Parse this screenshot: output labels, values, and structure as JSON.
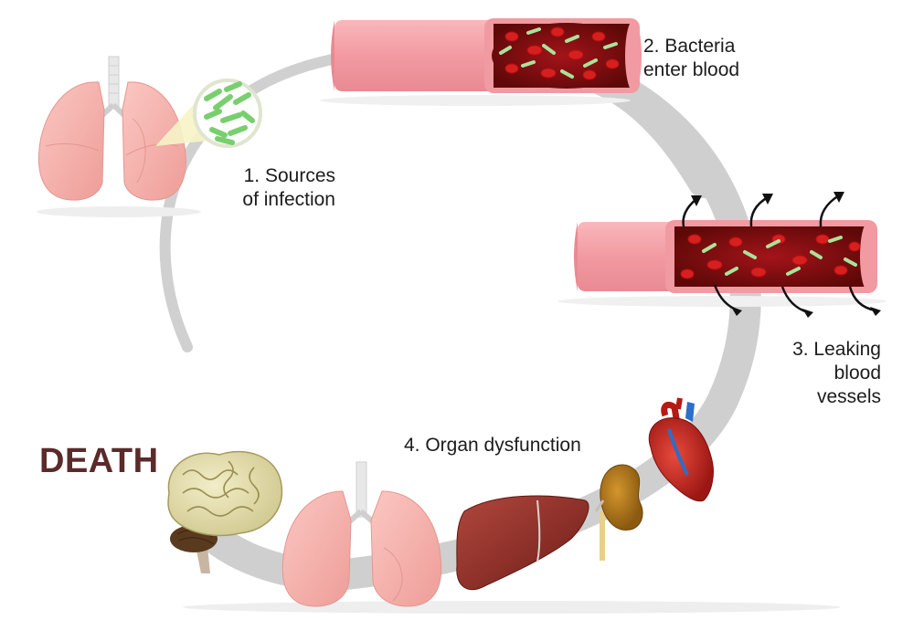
{
  "steps": [
    {
      "number": "1.",
      "lines": [
        "1. Sources",
        "of infection"
      ]
    },
    {
      "number": "2.",
      "lines": [
        "2. Bacteria",
        "enter blood"
      ]
    },
    {
      "number": "3.",
      "lines": [
        "3. Leaking",
        "blood",
        "vessels"
      ]
    },
    {
      "number": "4.",
      "lines": [
        "4. Organ dysfunction"
      ]
    }
  ],
  "outcome": "DEATH",
  "colors": {
    "cycle_track": "#cfcfcf",
    "vessel_wall": "#f4a3a8",
    "vessel_lumen": "#8a0d0d",
    "blood_cell": "#d81f1f",
    "bacteria": "#9ee08f",
    "lung": "#f7b6b0",
    "liver": "#8e2a23",
    "kidney": "#b47a1c",
    "heart": "#c8251f",
    "brain": "#e7e2b8",
    "death_text": "#5b2a2a",
    "arrow": "#111111"
  },
  "icons": [
    "lungs-icon",
    "bacteria-magnifier-icon",
    "blood-vessel-icon",
    "leak-arrow-icon",
    "brain-icon",
    "liver-icon",
    "kidney-icon",
    "heart-icon"
  ]
}
